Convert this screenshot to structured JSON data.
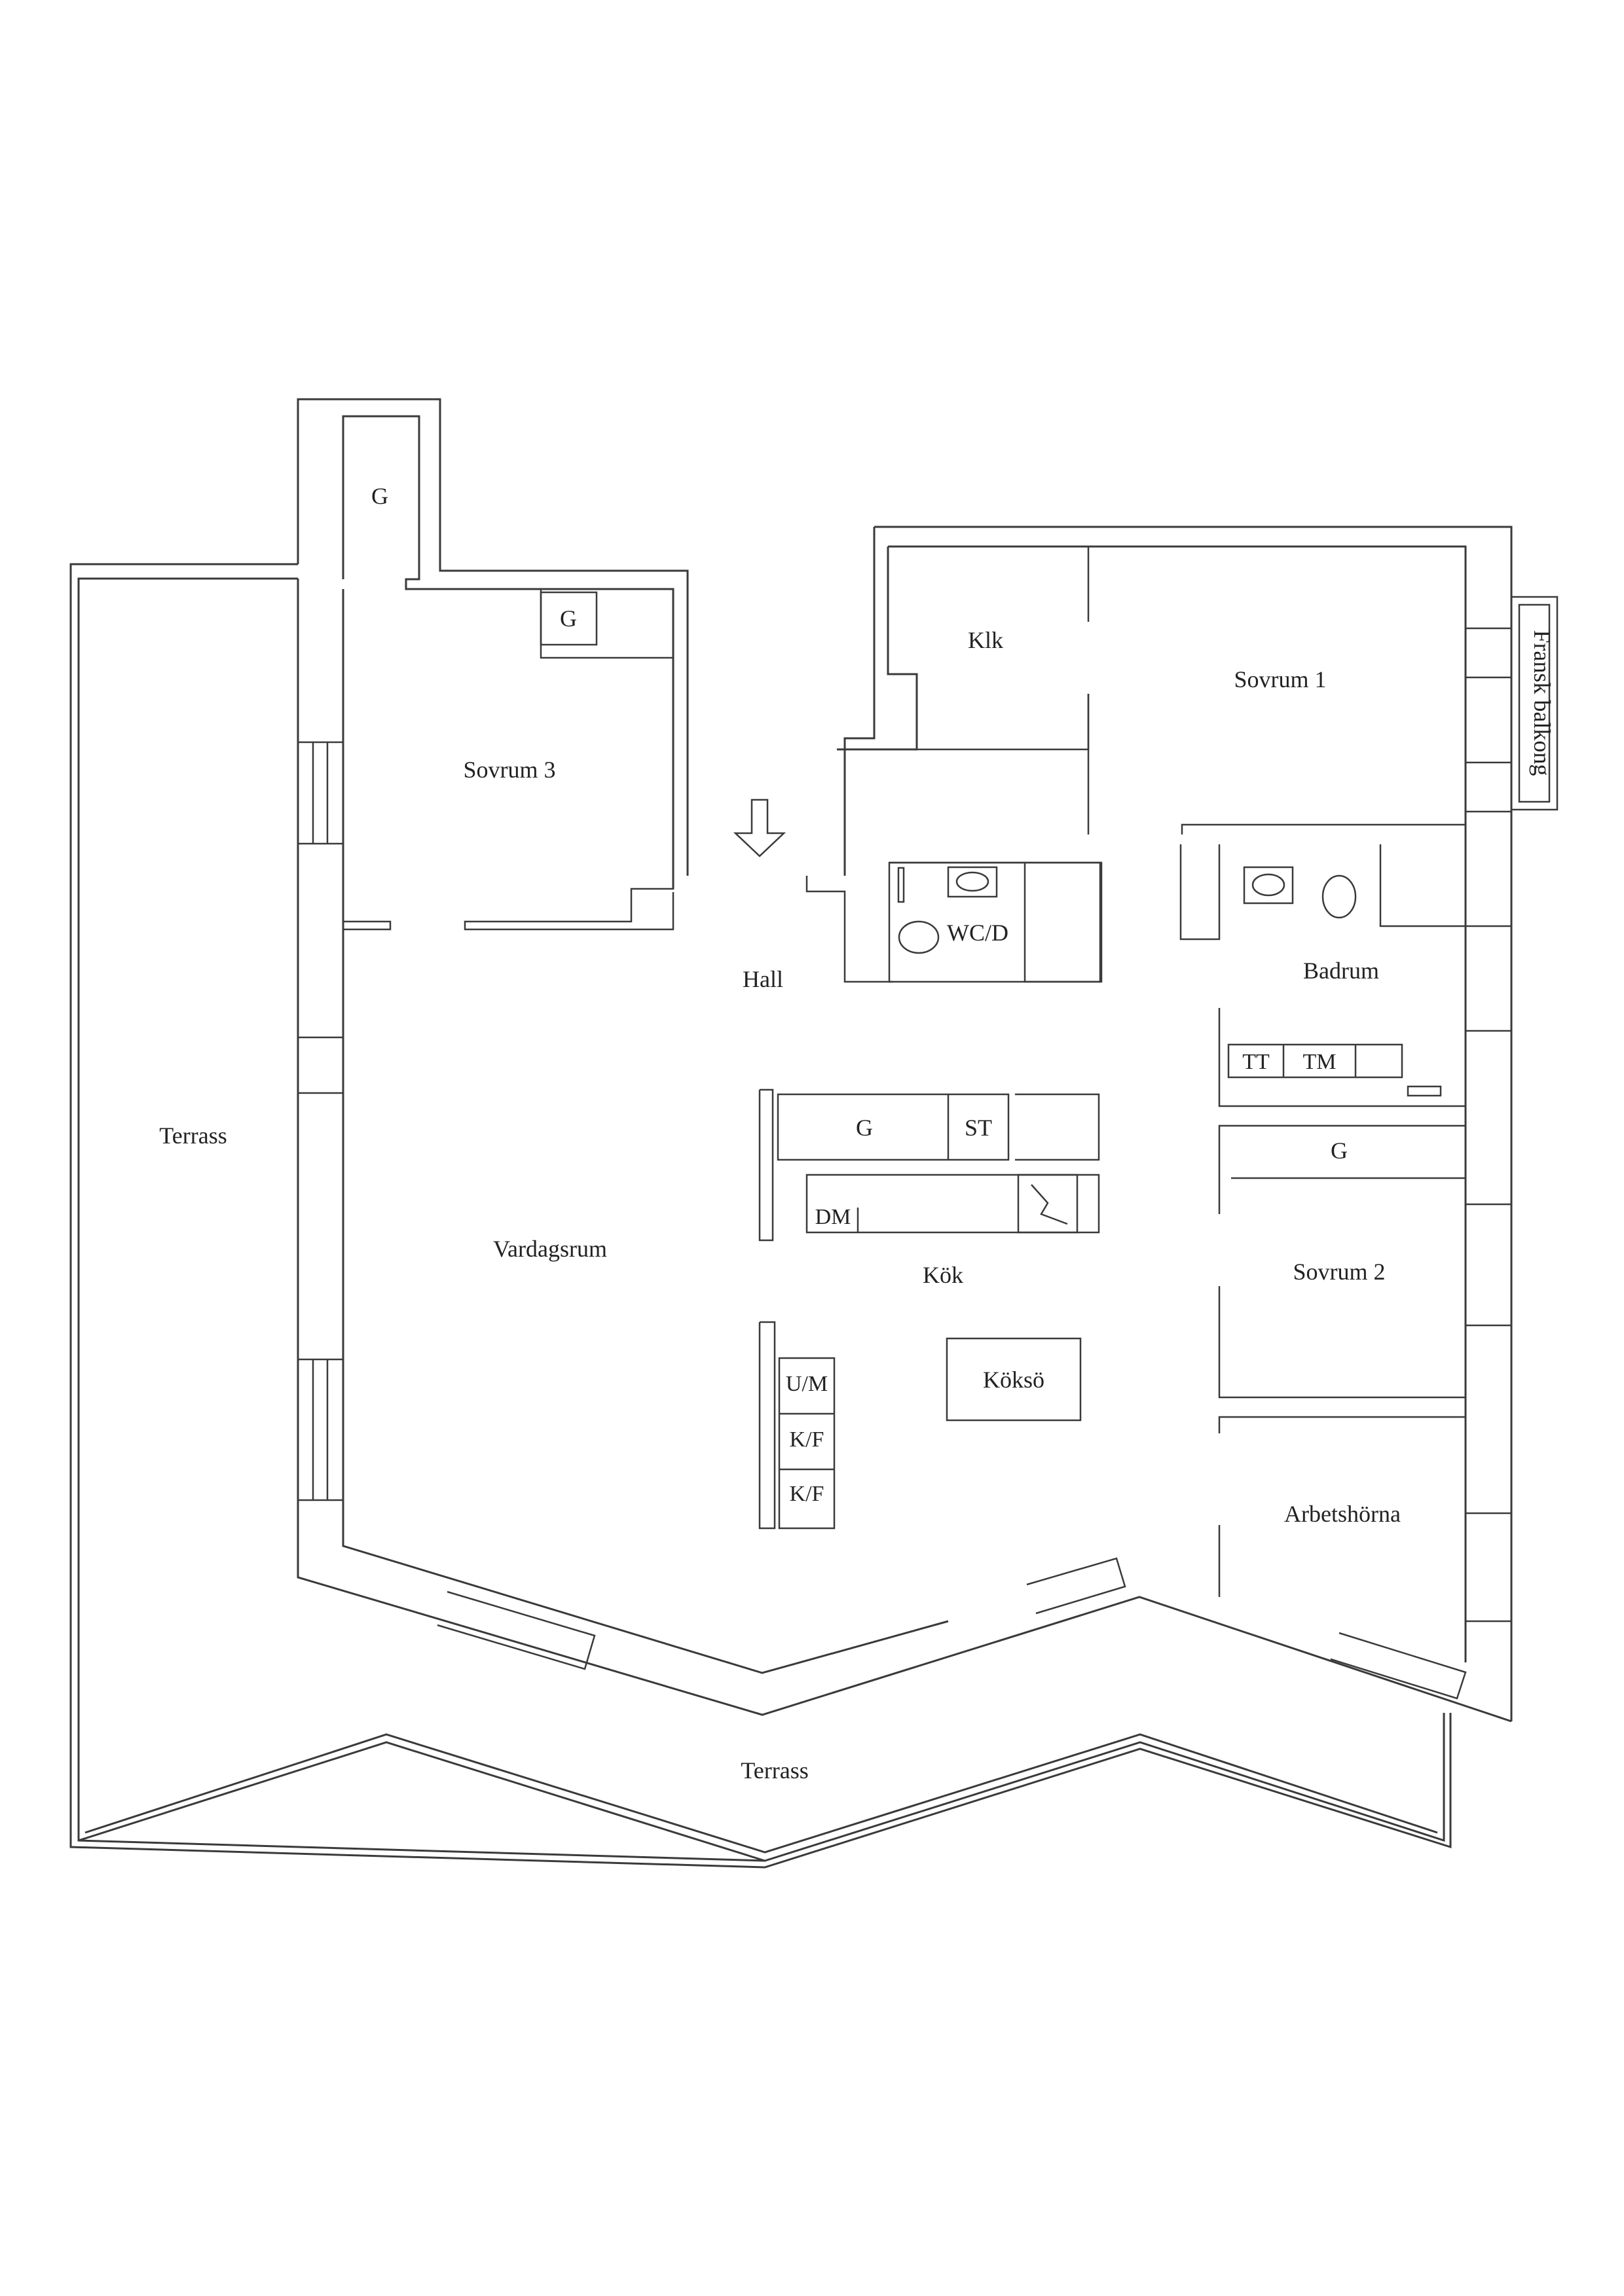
{
  "rooms": {
    "storage_top": "G",
    "storage_sovrum3": "G",
    "sovrum3": "Sovrum 3",
    "klk": "Klk",
    "sovrum1": "Sovrum 1",
    "fransk_balkong": "Fransk balkong",
    "hall": "Hall",
    "wcd": "WC/D",
    "badrum": "Badrum",
    "tt": "TT",
    "tm": "TM",
    "storage_kitchen": "G",
    "st": "ST",
    "dm": "DM",
    "storage_sovrum2": "G",
    "kok": "Kök",
    "vardagsrum": "Vardagsrum",
    "sovrum2": "Sovrum 2",
    "um": "U/M",
    "kf1": "K/F",
    "kf2": "K/F",
    "koksö": "Köksö",
    "arbetshorna": "Arbetshörna",
    "terrass_left": "Terrass",
    "terrass_bottom": "Terrass"
  },
  "colors": {
    "line": "#3a3a3a",
    "text": "#222222",
    "background": "#ffffff"
  }
}
